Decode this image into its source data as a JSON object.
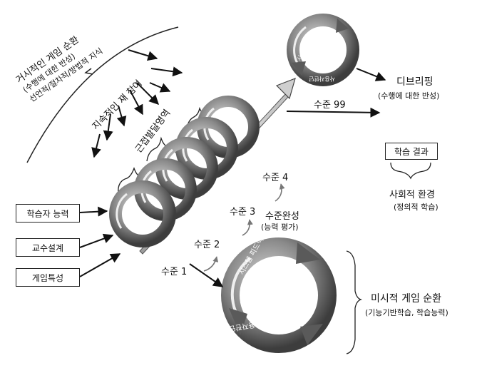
{
  "macro_cycle": {
    "title": "거시적인 게임 순환",
    "sub1": "(수행에 대한 반성)",
    "sub2": "선언적/절차적/방법적 지식"
  },
  "direct_participation": "지속적인 재 참여",
  "zpd": "근접발달영역",
  "inputs": [
    "학습자 능력",
    "교수설계",
    "게임특성"
  ],
  "levels": [
    "수준 1",
    "수준 2",
    "수준 3",
    "수준 4",
    "수준 99"
  ],
  "level_complete": {
    "title": "수준완성",
    "sub": "(능력 평가)"
  },
  "debriefing": {
    "title": "디브리핑",
    "sub": "(수행에 대한 반성)"
  },
  "learning_outcome": {
    "box": "학습 결과",
    "title": "사회적 환경",
    "sub": "(정의적 학습)"
  },
  "micro_cycle": {
    "title": "미시적 게임 순환",
    "sub": "(기능기반학습, 학습능력)"
  },
  "cycle_labels": {
    "system": "시스템 피드백",
    "performance": "수행",
    "user": "사용자판단"
  },
  "colors": {
    "ring_dark": "#4a4a4a",
    "ring_mid": "#8a8a8a",
    "ring_light": "#c8c8c8",
    "ink": "#111111"
  }
}
